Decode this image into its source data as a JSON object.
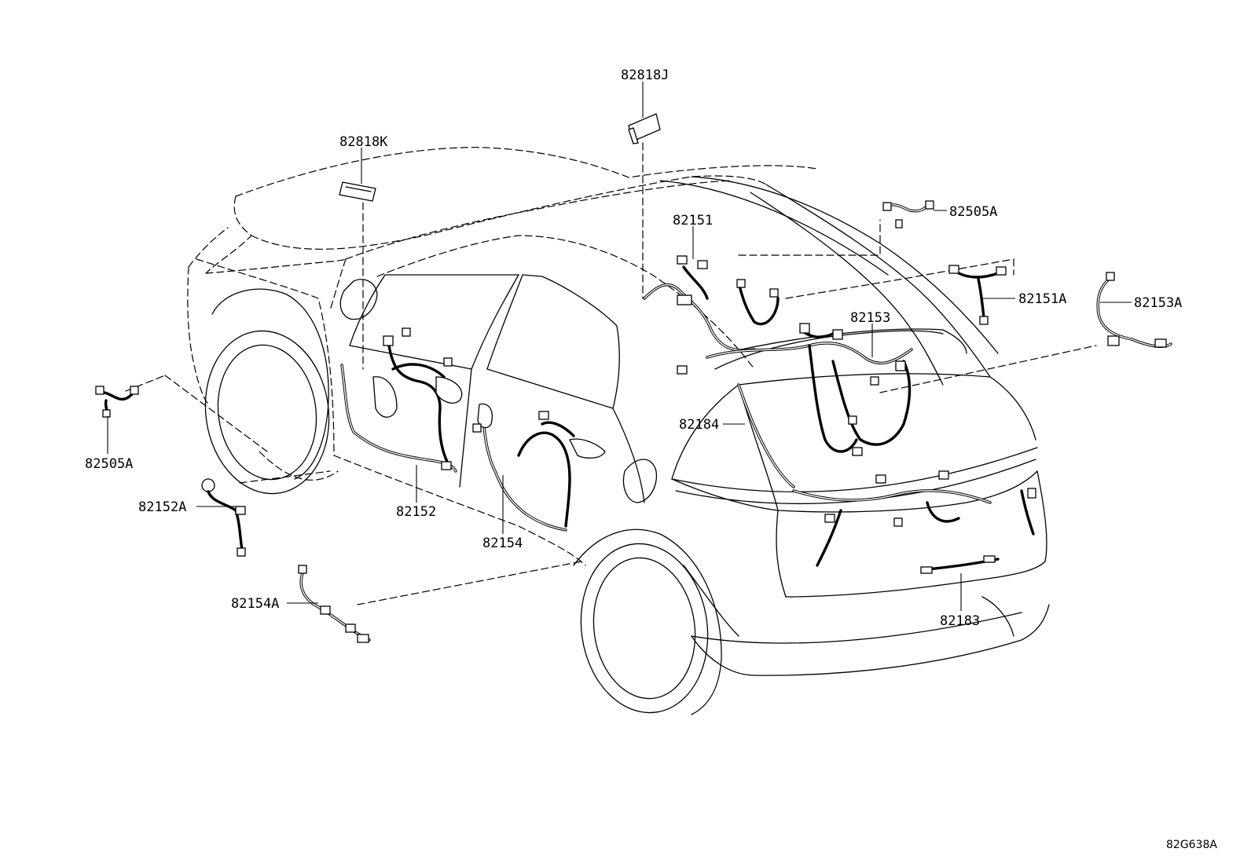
{
  "labels": {
    "p82818J": "82818J",
    "p82818K": "82818K",
    "p82151": "82151",
    "p82505A_top": "82505A",
    "p82151A": "82151A",
    "p82153A": "82153A",
    "p82153": "82153",
    "p82184": "82184",
    "p82505A_left": "82505A",
    "p82152A": "82152A",
    "p82152": "82152",
    "p82154": "82154",
    "p82154A": "82154A",
    "p82183": "82183"
  },
  "figure_code": "82G638A"
}
